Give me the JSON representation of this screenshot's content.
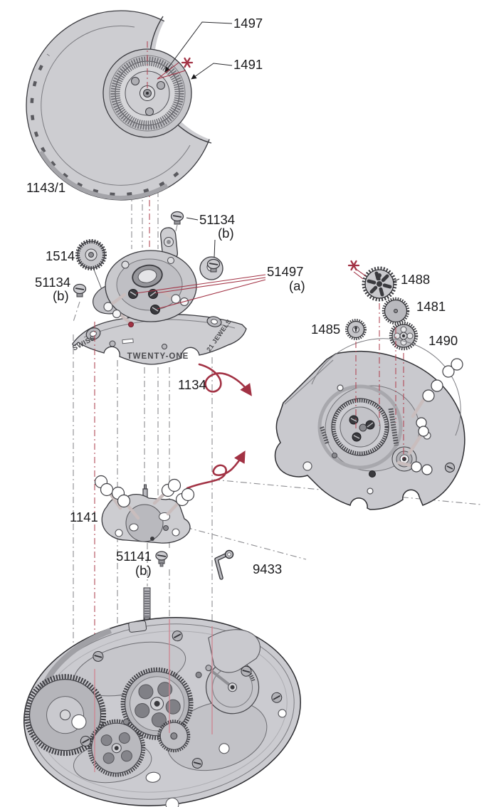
{
  "colors": {
    "bg": "#ffffff",
    "ink": "#1b1b1d",
    "outline": "#3a3a3f",
    "metal_light": "#cdcdd1",
    "metal_mid": "#b9b9be",
    "metal_dark": "#97979c",
    "engraving": "#4a4a4e",
    "accent_red": "#a23244",
    "dash_red": "#b24a58",
    "pale_red": "#cf8490",
    "dash_gray": "#8c8c90"
  },
  "labels": {
    "p1497": "1497",
    "p1491": "1491",
    "p1143": "1143/1",
    "p51134_top": "51134",
    "p51134_top_sub": "(b)",
    "p1514": "1514",
    "p51134_left": "51134",
    "p51134_left_sub": "(b)",
    "p51497": "51497",
    "p51497_sub": "(a)",
    "p1488": "1488",
    "p1481": "1481",
    "p1485": "1485",
    "p1490": "1490",
    "p1134": "1134",
    "p1141": "1141",
    "p51141": "51141",
    "p51141_sub": "(b)",
    "p9433": "9433"
  },
  "engravings": {
    "swiss": "SWISS",
    "brand": "TWENTY-ONE",
    "jewels": "21 JEWELS"
  }
}
